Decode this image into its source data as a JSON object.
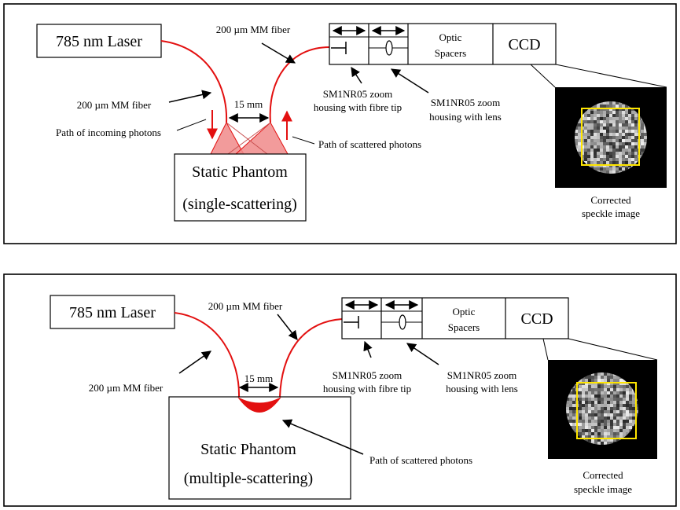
{
  "panel_single": {
    "laser_label": "785 nm Laser",
    "fiber_label_top": "200 µm MM fiber",
    "fiber_label_left": "200 µm MM fiber",
    "separation_label": "15 mm",
    "incoming_label": "Path of incoming photons",
    "scattered_label": "Path of scattered photons",
    "phantom_title": "Static Phantom",
    "phantom_subtitle": "(single-scattering)",
    "optic_spacers_line1": "Optic",
    "optic_spacers_line2": "Spacers",
    "ccd_label": "CCD",
    "zoom_tip_line1": "SM1NR05 zoom",
    "zoom_tip_line2": "housing with fibre tip",
    "zoom_lens_line1": "SM1NR05 zoom",
    "zoom_lens_line2": "housing with lens",
    "speckle_caption_line1": "Corrected",
    "speckle_caption_line2": "speckle image"
  },
  "panel_multiple": {
    "laser_label": "785 nm Laser",
    "fiber_label_top": "200 µm MM fiber",
    "fiber_label_left": "200 µm MM fiber",
    "separation_label": "15 mm",
    "scattered_label": "Path of scattered photons",
    "phantom_title": "Static Phantom",
    "phantom_subtitle": "(multiple-scattering)",
    "optic_spacers_line1": "Optic",
    "optic_spacers_line2": "Spacers",
    "ccd_label": "CCD",
    "zoom_tip_line1": "SM1NR05 zoom",
    "zoom_tip_line2": "housing with fibre tip",
    "zoom_lens_line1": "SM1NR05 zoom",
    "zoom_lens_line2": "housing with lens",
    "speckle_caption_line1": "Corrected",
    "speckle_caption_line2": "speckle image"
  },
  "colors": {
    "fiber": "#e31010",
    "light_cone": "#f08a8a",
    "roi_box": "#ffe600",
    "speckle_bg": "#000000"
  }
}
